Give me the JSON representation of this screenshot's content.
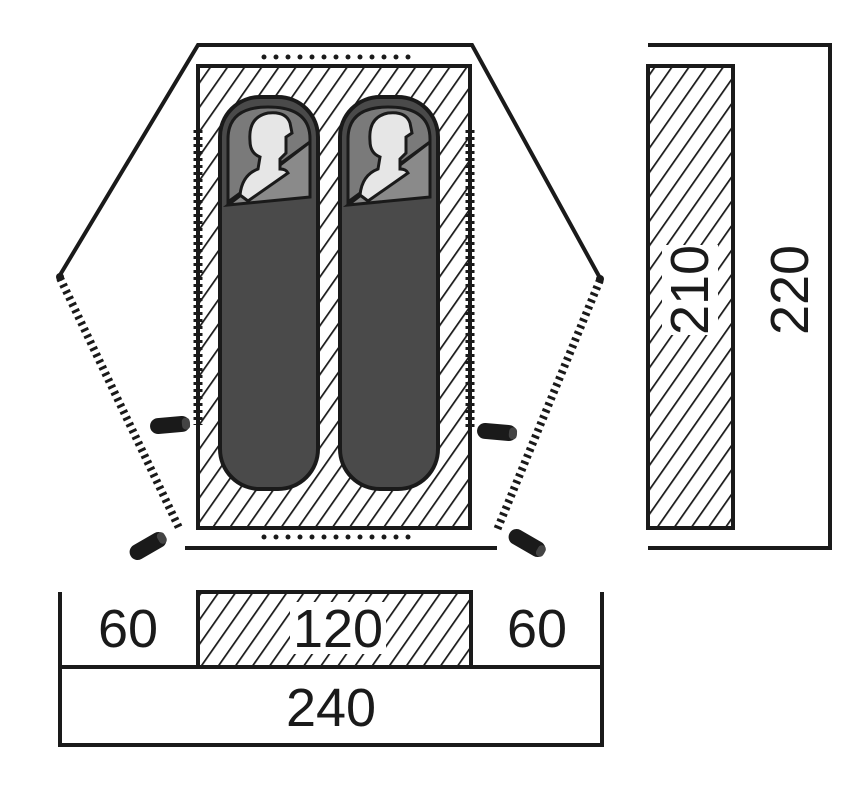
{
  "diagram": {
    "colors": {
      "line": "#1a1a1a",
      "bag_dark": "#4a4a4a",
      "bag_mid": "#7a7a7a",
      "head": "#e6e6e6"
    },
    "sleeping_bags": 2,
    "side_view": {
      "inner_length": "210",
      "outer_length": "220"
    },
    "width_view": {
      "left_vestibule": "60",
      "inner_width": "120",
      "right_vestibule": "60",
      "total_width": "240"
    }
  }
}
